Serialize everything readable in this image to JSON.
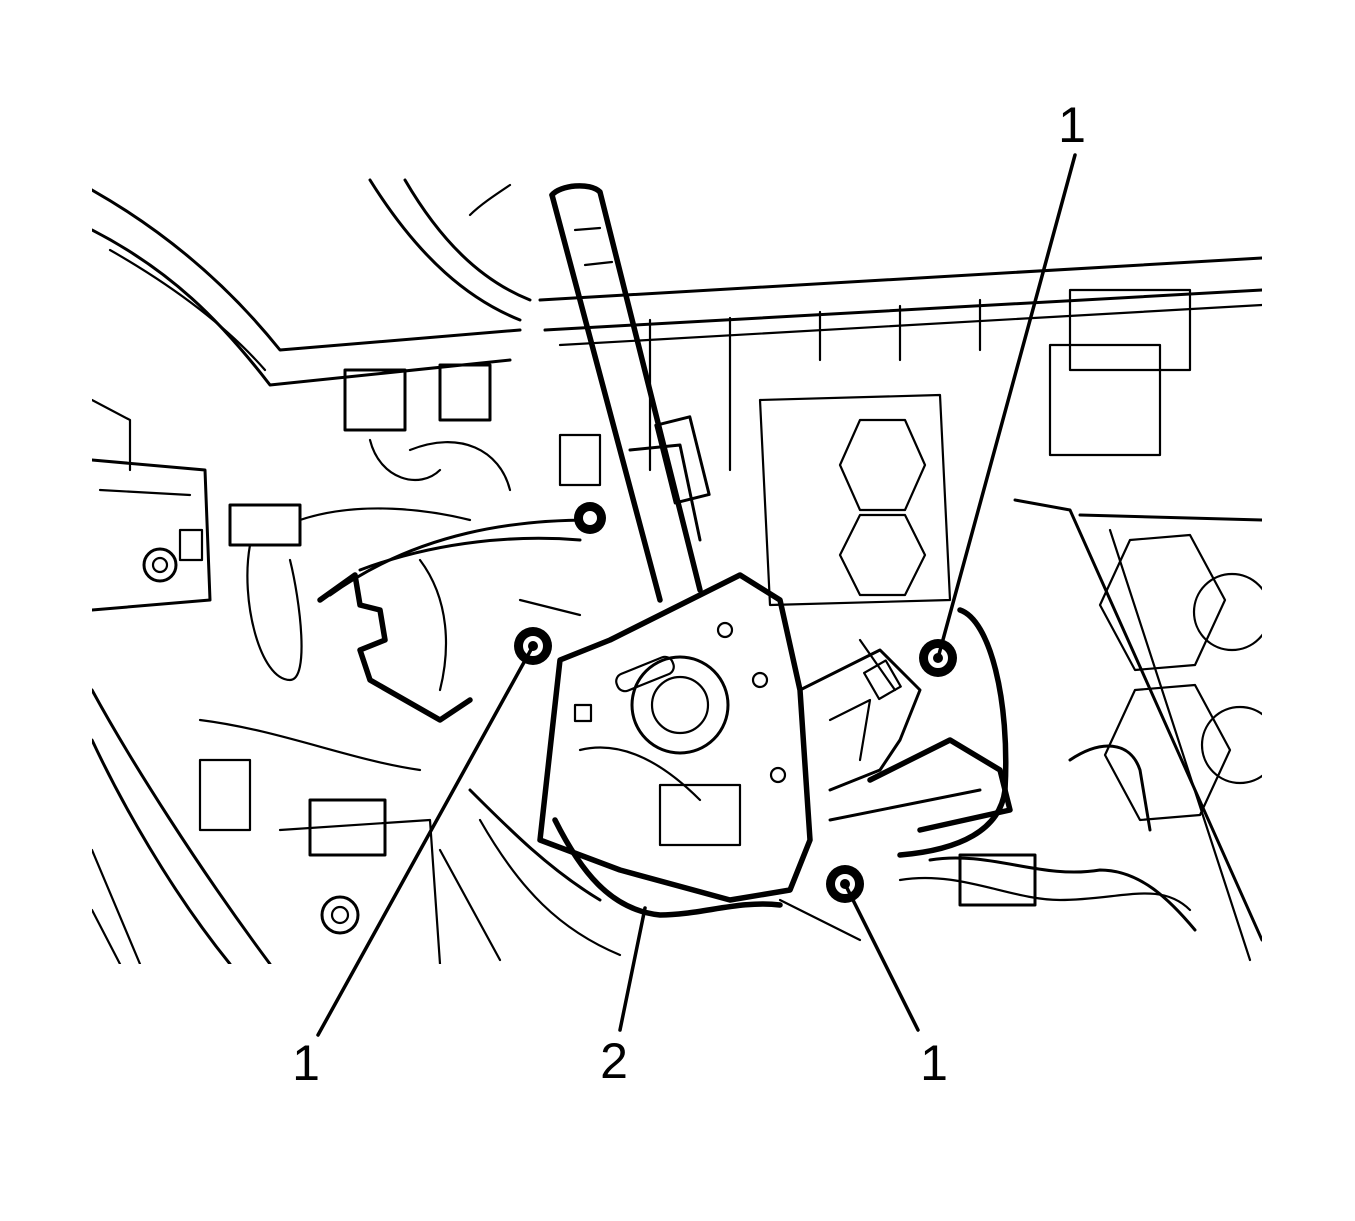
{
  "callouts": [
    {
      "id": "c1",
      "label": "1"
    },
    {
      "id": "c2",
      "label": "1"
    },
    {
      "id": "c3",
      "label": "2"
    },
    {
      "id": "c4",
      "label": "1"
    }
  ],
  "colors": {
    "ink": "#000000",
    "paper": "#ffffff"
  }
}
